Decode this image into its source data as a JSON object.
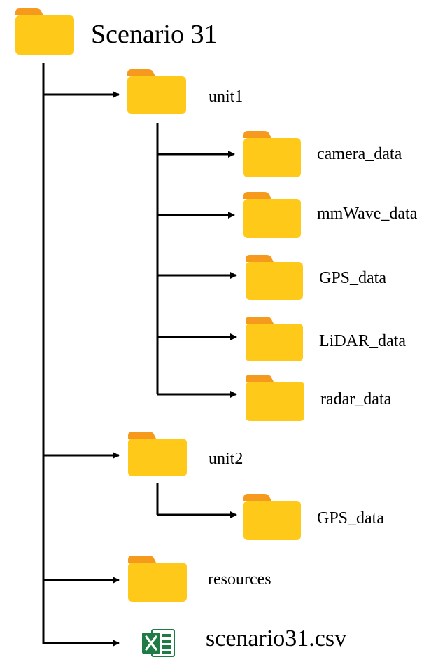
{
  "root": {
    "name": "Scenario 31",
    "icon": "folder-icon"
  },
  "unit1": {
    "name": "unit1",
    "children": [
      "camera_data",
      "mmWave_data",
      "GPS_data",
      "LiDAR_data",
      "radar_data"
    ]
  },
  "unit2": {
    "name": "unit2",
    "children": [
      "GPS_data"
    ]
  },
  "resources": {
    "name": "resources"
  },
  "file": {
    "name": "scenario31.csv",
    "icon": "excel-icon"
  },
  "colors": {
    "folder_body": "#FFC91A",
    "folder_tab": "#F59A1C",
    "excel_green": "#1E7B45",
    "line": "#000000"
  }
}
